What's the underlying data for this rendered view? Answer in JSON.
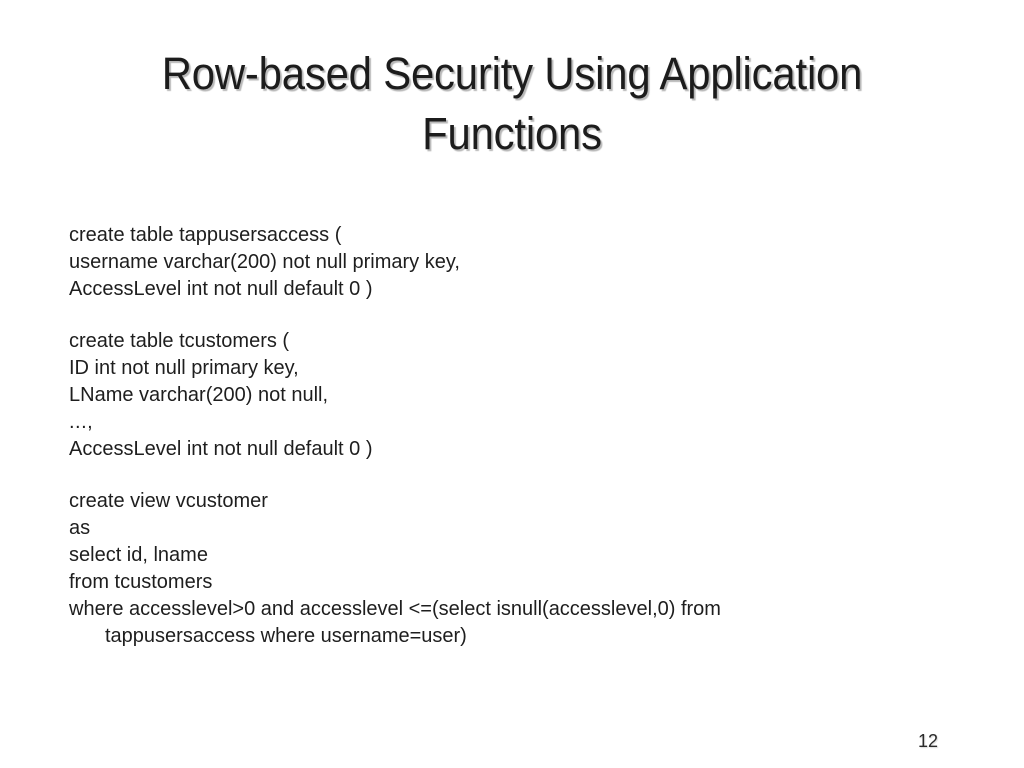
{
  "slide": {
    "background_color": "#ffffff",
    "text_color": "#1e1e1e",
    "title_color": "#1c1c1c",
    "shadow_color": "#7d7d7d"
  },
  "title": {
    "line1": "Row-based Security Using Application",
    "line2": "Functions",
    "full": "Row-based Security Using Application Functions"
  },
  "body": {
    "blocks": [
      {
        "id": "create-table-tappusersaccess",
        "lines": [
          "create table tappusersaccess (",
          "username varchar(200) not null primary key,",
          "AccessLevel int not null default 0 )"
        ]
      },
      {
        "id": "create-table-tcustomers",
        "lines": [
          "create table tcustomers (",
          "ID int not null primary key,",
          "LName varchar(200) not null,",
          "...,",
          "AccessLevel int not null default 0 )"
        ]
      },
      {
        "id": "create-view-vcustomer",
        "lines": [
          "create view vcustomer",
          "as",
          "select id, lname",
          "from tcustomers",
          "where accesslevel>0 and accesslevel <=(select isnull(accesslevel,0) from tappusersaccess where username=user)"
        ]
      }
    ]
  },
  "footer": {
    "page_number": "12"
  }
}
